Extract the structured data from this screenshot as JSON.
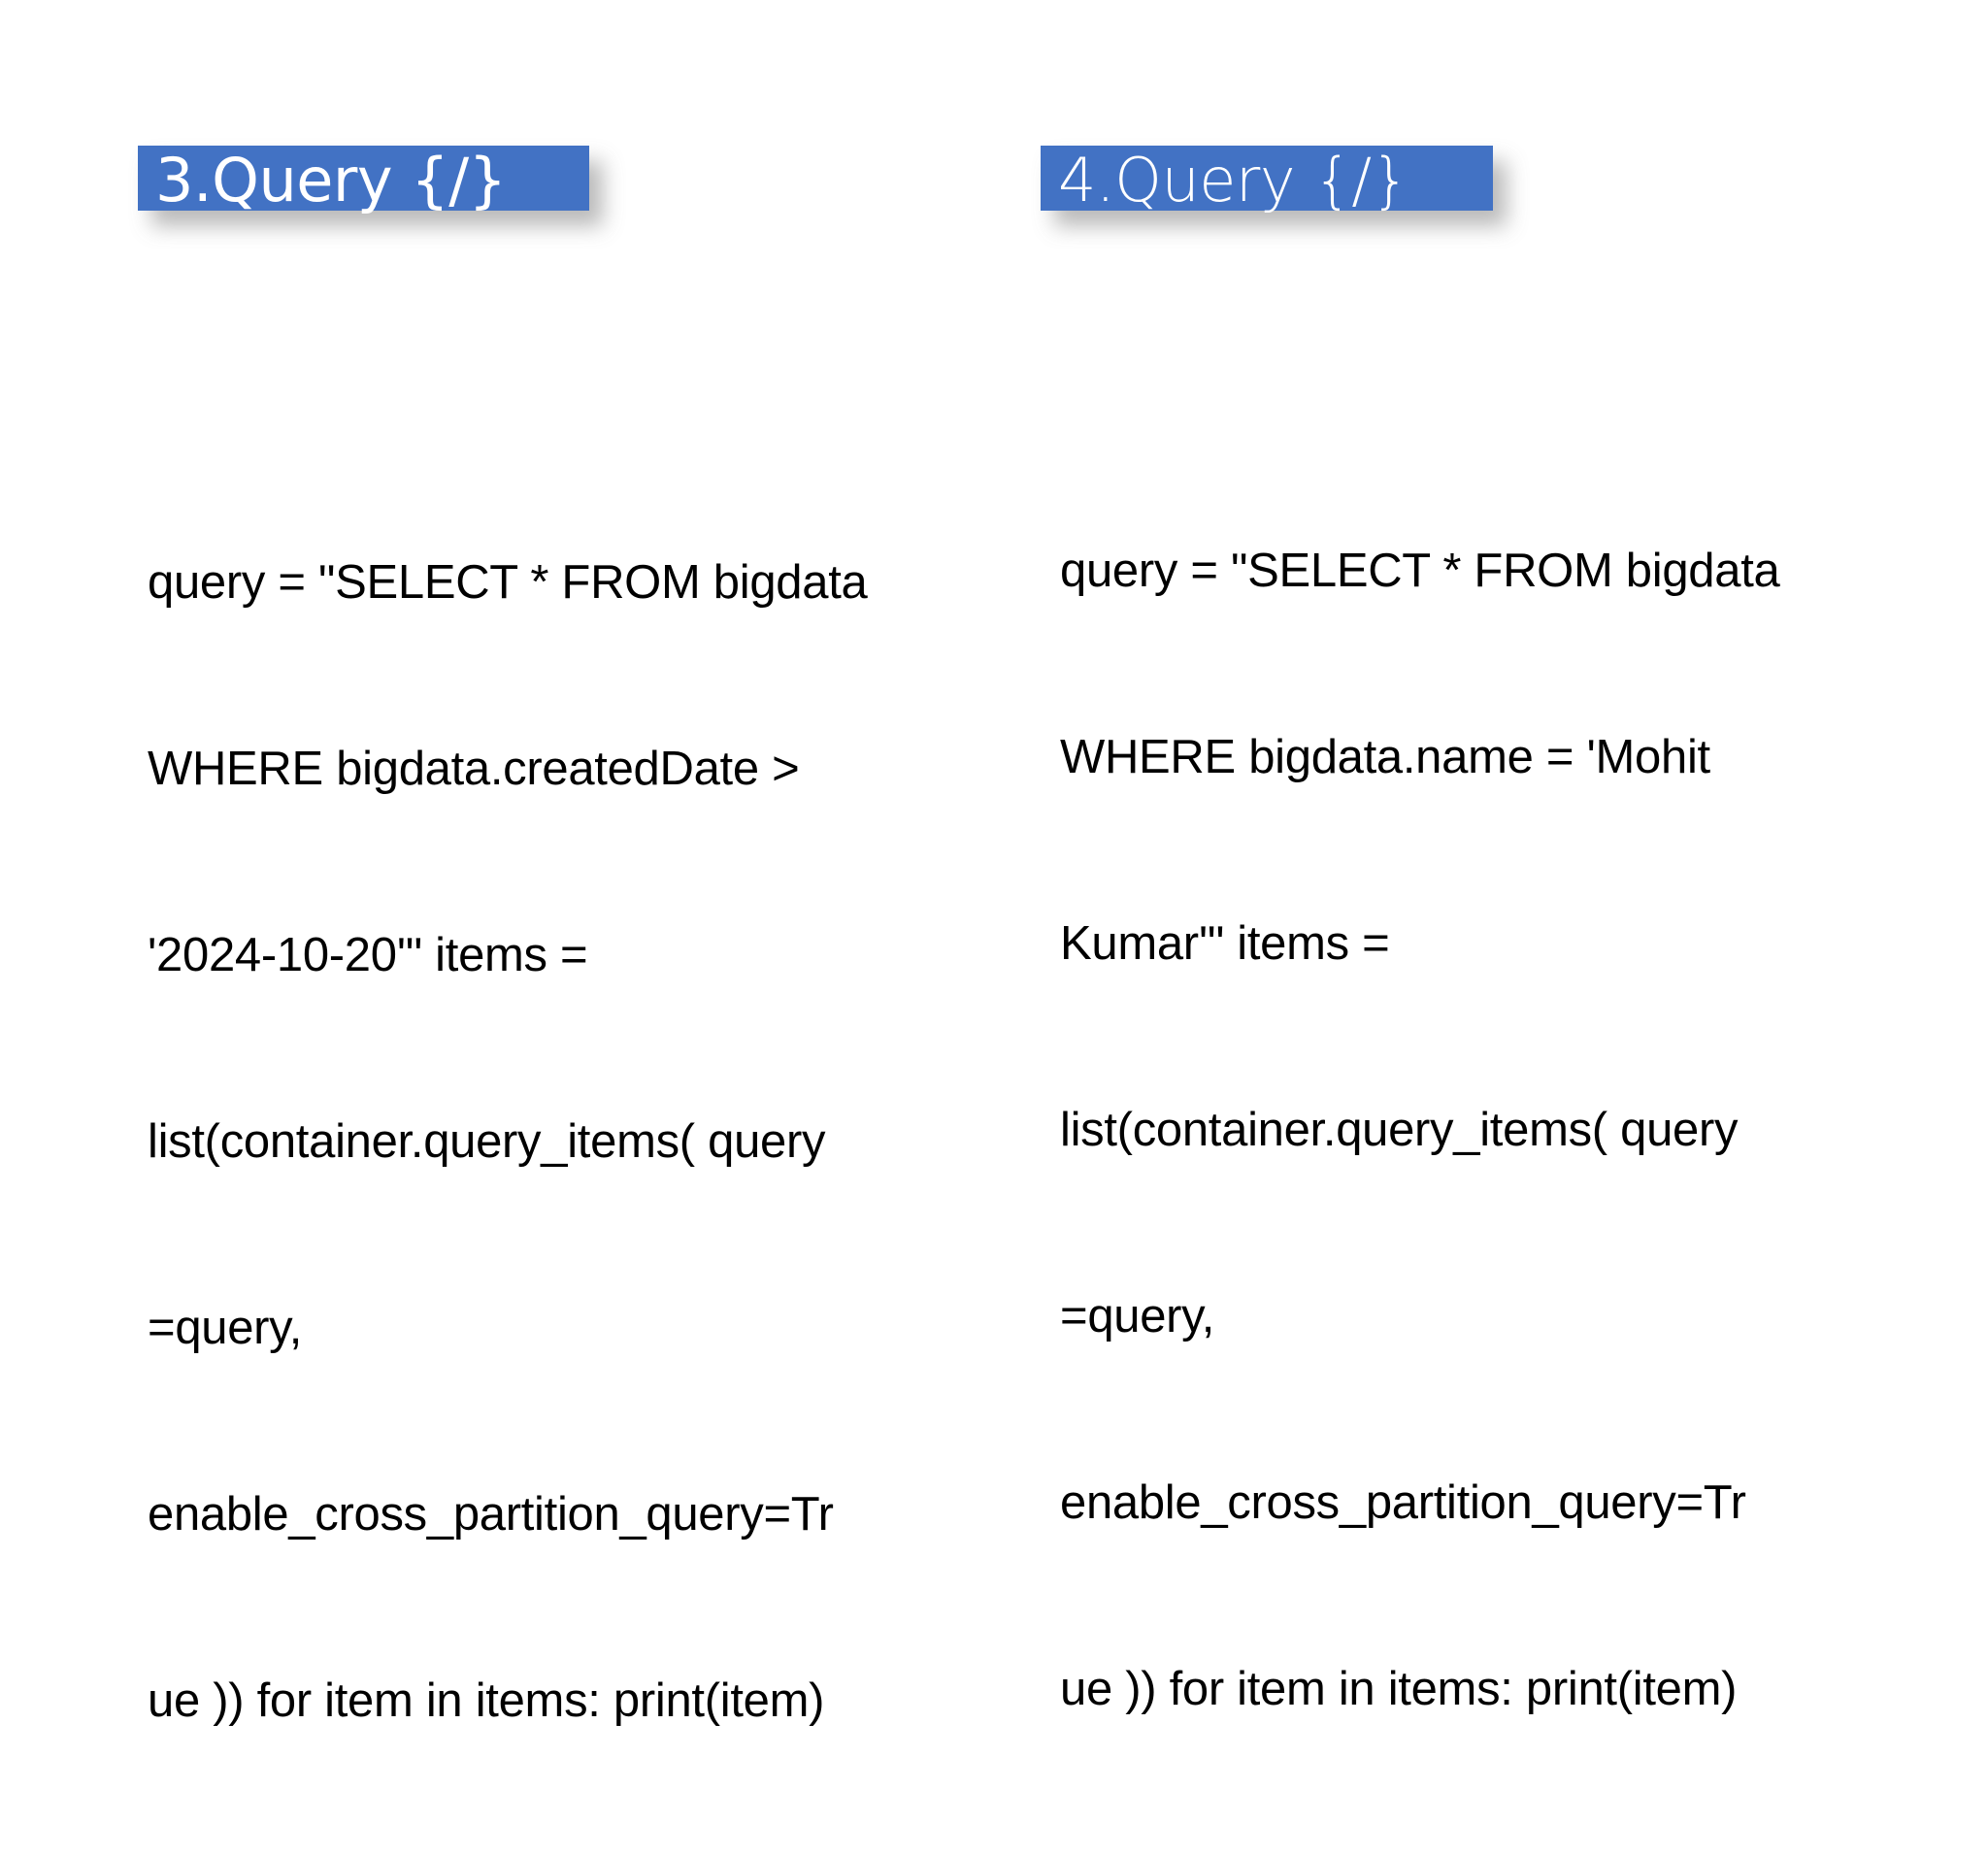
{
  "slide": {
    "background_color": "#ffffff",
    "accent_color": "#4272C4",
    "text_color": "#000000",
    "title_text_color": "#ffffff"
  },
  "panels": [
    {
      "id": "panel-3",
      "title": "3.Query {/}",
      "code_lines": [
        "query = \"SELECT * FROM bigdata",
        "WHERE bigdata.createdDate >",
        "'2024-10-20'\" items =",
        "list(container.query_items( query",
        "=query,",
        "enable_cross_partition_query=Tr",
        "ue )) for item in items: print(item)"
      ]
    },
    {
      "id": "panel-4",
      "title": "4.Query {/}",
      "code_lines": [
        "query = \"SELECT * FROM bigdata",
        "WHERE bigdata.name = 'Mohit",
        "Kumar'\" items =",
        "list(container.query_items( query",
        "=query,",
        "enable_cross_partition_query=Tr",
        "ue )) for item in items: print(item)"
      ]
    }
  ]
}
